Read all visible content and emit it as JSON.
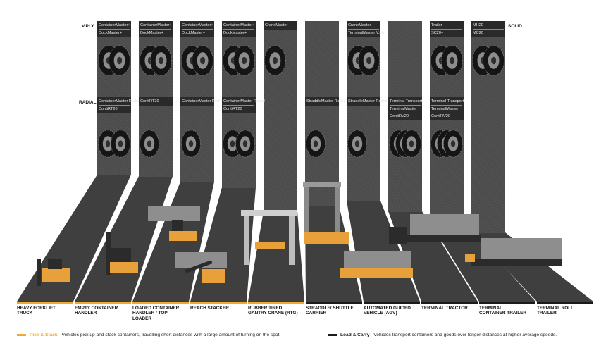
{
  "row_labels": {
    "vply": "V.PLY",
    "radial": "RADIAL",
    "solid": "SOLID"
  },
  "columns": [
    {
      "vply": [
        "ContainerMaster+",
        "DockMaster+"
      ],
      "radial": [
        "ContainerMaster Radial",
        "ContiRT20"
      ]
    },
    {
      "vply": [
        "ContainerMaster+",
        "DockMaster+"
      ],
      "radial": [
        "ContiRT20"
      ]
    },
    {
      "vply": [
        "ContainerMaster+",
        "DockMaster+"
      ],
      "radial": [
        "ContainerMaster Radial"
      ]
    },
    {
      "vply": [
        "ContainerMaster+",
        "DockMaster+"
      ],
      "radial": [
        "ContainerMaster Radial",
        "ContiRT20"
      ]
    },
    {
      "vply": [
        "CraneMaster"
      ],
      "radial": []
    },
    {
      "vply": [],
      "radial": [
        "StraddleMaster Radial"
      ]
    },
    {
      "vply": [
        "CraneMaster",
        "TerminalMaster V.ply"
      ],
      "radial": [
        "StraddleMaster Radial"
      ]
    },
    {
      "vply": [],
      "radial": [
        "Terminal Transport",
        "TerminalMaster",
        "ContiRV20"
      ]
    },
    {
      "vply": [
        "Trailer",
        "SC20+"
      ],
      "radial": [
        "Terminal Transport",
        "TerminalMaster",
        "ContiRV20"
      ]
    },
    {
      "vply": [
        "MH20",
        "MC20"
      ],
      "radial": []
    }
  ],
  "vehicles": [
    {
      "label": "HEAVY FORKLIFT TRUCK",
      "category": "pick"
    },
    {
      "label": "EMPTY CONTAINER HANDLER",
      "category": "pick"
    },
    {
      "label": "LOADED CONTAINER HANDLER / TOP LOADER",
      "category": "pick"
    },
    {
      "label": "REACH STACKER",
      "category": "pick"
    },
    {
      "label": "RUBBER TIRED GANTRY CRANE (RTG)",
      "category": "pick"
    },
    {
      "label": "STRADDLE/ SHUTTLE CARRIER",
      "category": "load"
    },
    {
      "label": "AUTOMATED GUIDED VEHICLE (AGV)",
      "category": "load"
    },
    {
      "label": "TERMINAL TRACTOR",
      "category": "load"
    },
    {
      "label": "TERMINAL CONTAINER TRAILER",
      "category": "load"
    },
    {
      "label": "TERMINAL ROLL TRAILER",
      "category": "load"
    }
  ],
  "legend": {
    "pick": {
      "title": "Pick & Stack",
      "text": "Vehicles pick up and stack containers, travelling short distances with a large amount of turning on the spot."
    },
    "load": {
      "title": "Load & Carry",
      "text": "Vehicles transport containers and goods over longer distances at higher average speeds."
    }
  },
  "colors": {
    "pick": "#f0a830",
    "load": "#1a1a1a",
    "column": "#4b4b4b",
    "column_header": "#2a2a2a",
    "machine": "#e8a13a"
  }
}
